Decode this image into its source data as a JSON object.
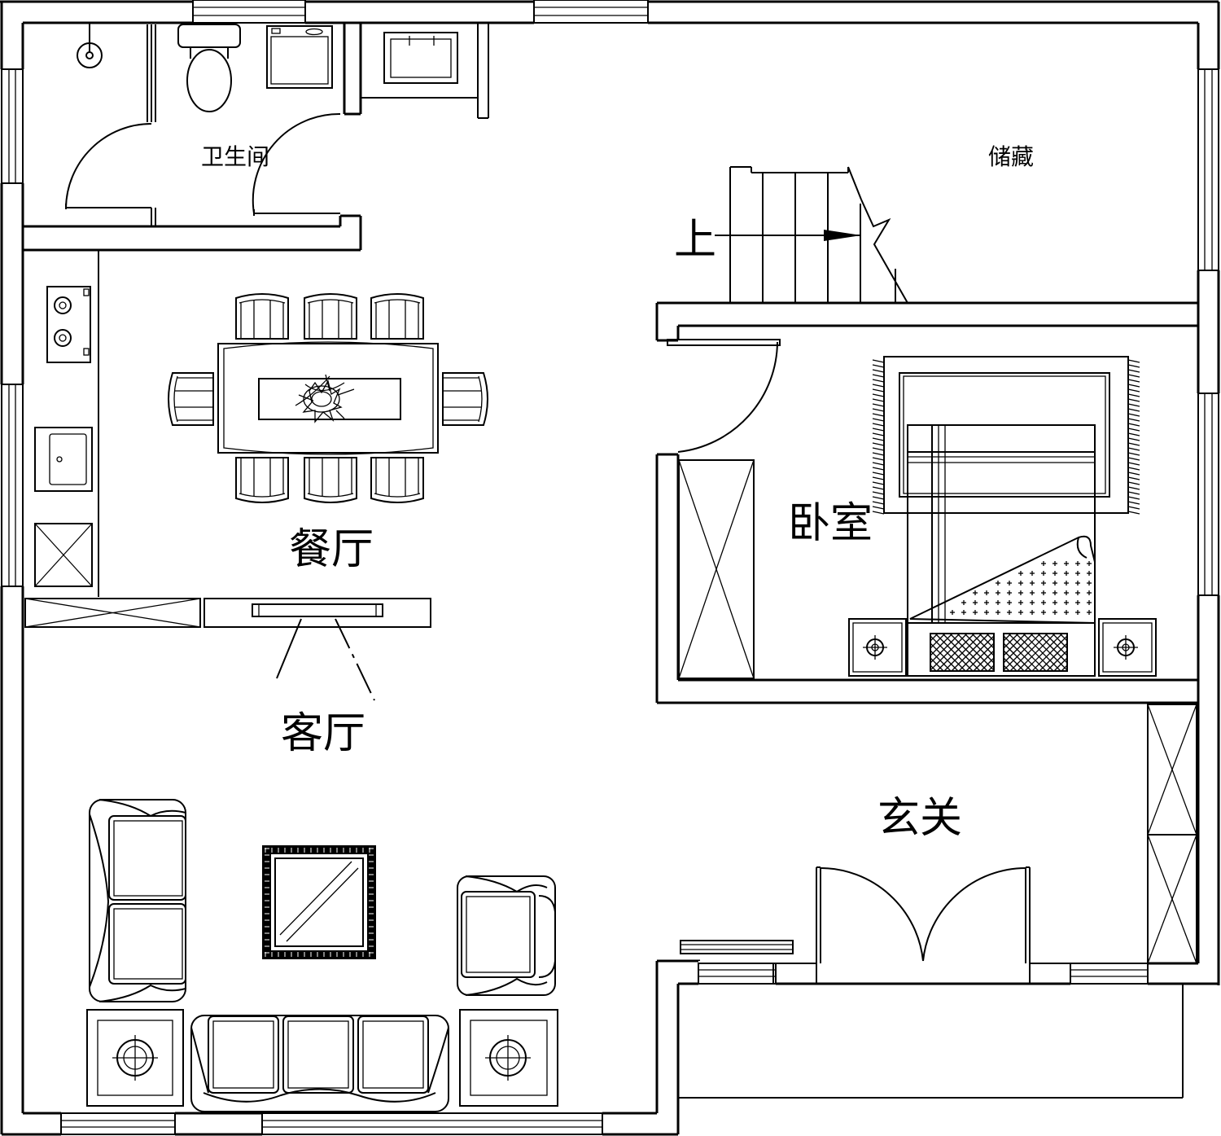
{
  "plan": {
    "rooms": {
      "bathroom": "卫生间",
      "storage": "储藏",
      "stair_up": "上",
      "dining": "餐厅",
      "bedroom": "卧室",
      "living": "客厅",
      "entrance": "玄关"
    }
  }
}
